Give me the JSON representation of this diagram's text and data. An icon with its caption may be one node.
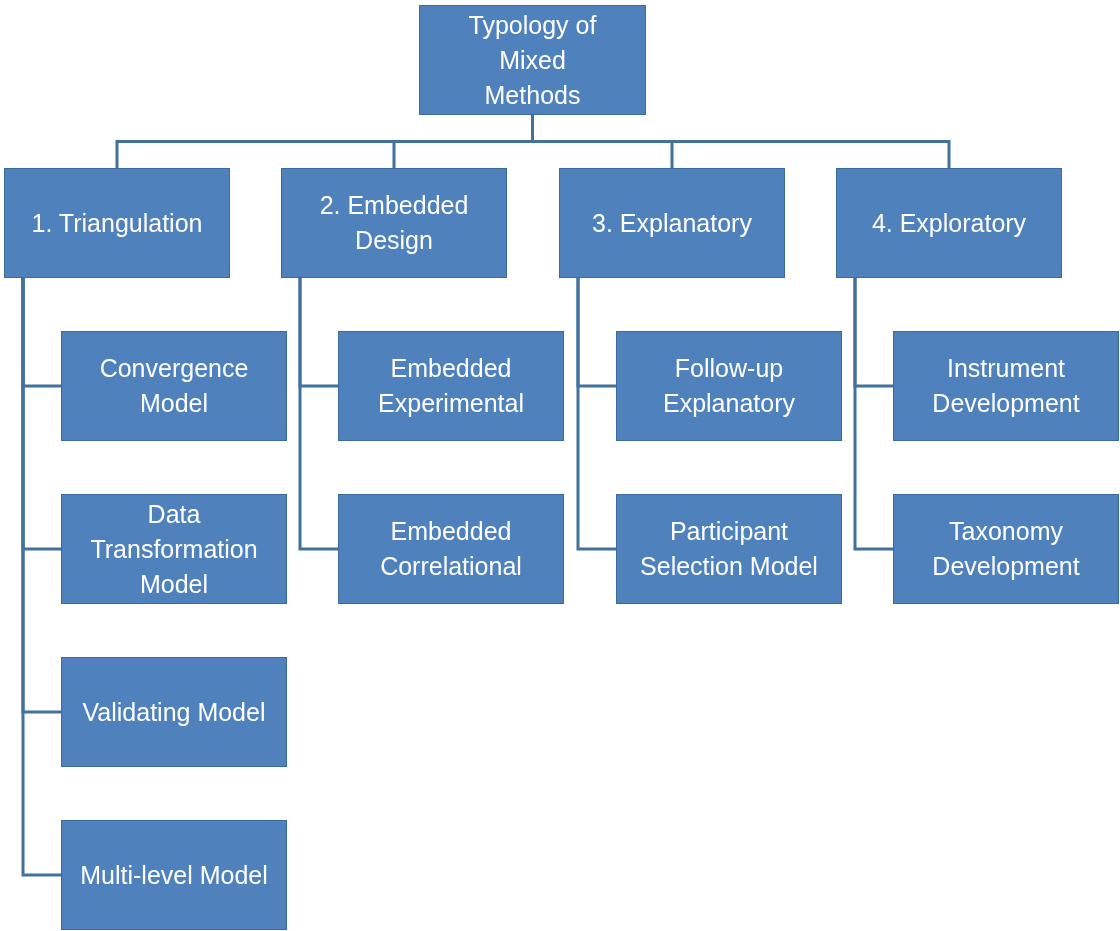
{
  "diagram": {
    "nodes": [
      {
        "text": [
          "Typology of Mixed Methods"
        ]
      },
      {
        "text": [
          "1. Triangulation"
        ]
      },
      {
        "text": [
          "2. Embedded Design"
        ]
      },
      {
        "text": [
          "3. Explanatory"
        ]
      },
      {
        "text": [
          "4. Exploratory"
        ]
      },
      {
        "text": [
          "Convergence Model"
        ]
      },
      {
        "text": [
          "Data Transformation Model"
        ]
      },
      {
        "text": [
          "Validating Model"
        ]
      },
      {
        "text": [
          "Multi-level Model"
        ]
      },
      {
        "text": [
          "Embedded Experimental"
        ]
      },
      {
        "text": [
          "Embedded Correlational"
        ]
      },
      {
        "text": [
          "Follow-up Explanatory"
        ]
      },
      {
        "text": [
          "Participant Selection Model"
        ]
      },
      {
        "text": [
          "Instrument Development"
        ]
      },
      {
        "text": [
          "Taxonomy Development"
        ]
      }
    ],
    "edges": [
      {
        "from": 0,
        "to": 1,
        "arrow": "none"
      },
      {
        "from": 0,
        "to": 2,
        "arrow": "none"
      },
      {
        "from": 0,
        "to": 3,
        "arrow": "none"
      },
      {
        "from": 0,
        "to": 4,
        "arrow": "none"
      },
      {
        "from": 1,
        "to": 5,
        "arrow": "none"
      },
      {
        "from": 1,
        "to": 6,
        "arrow": "none"
      },
      {
        "from": 1,
        "to": 7,
        "arrow": "none"
      },
      {
        "from": 1,
        "to": 8,
        "arrow": "none"
      },
      {
        "from": 2,
        "to": 9,
        "arrow": "none"
      },
      {
        "from": 2,
        "to": 10,
        "arrow": "none"
      },
      {
        "from": 3,
        "to": 11,
        "arrow": "none"
      },
      {
        "from": 3,
        "to": 12,
        "arrow": "none"
      },
      {
        "from": 4,
        "to": 13,
        "arrow": "none"
      },
      {
        "from": 4,
        "to": 14,
        "arrow": "none"
      }
    ]
  }
}
